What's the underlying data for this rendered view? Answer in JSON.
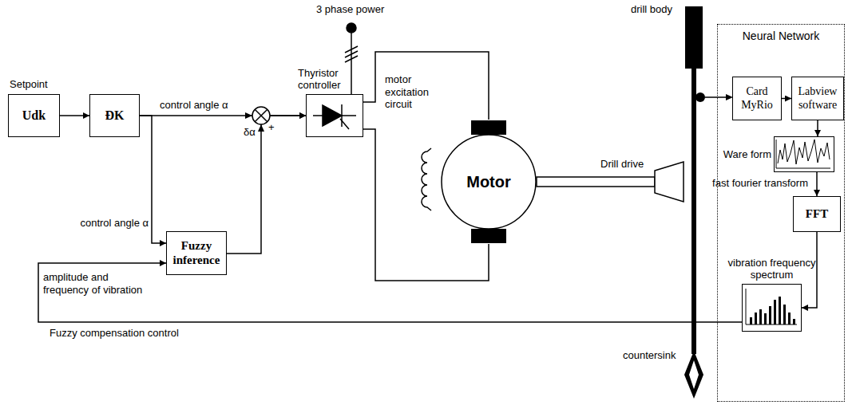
{
  "diagram": {
    "nodes": [
      {
        "text": [
          "Udk"
        ]
      },
      {
        "text": [
          "ĐK"
        ]
      },
      {
        "text": [
          "Thyristor controller"
        ]
      },
      {
        "text": [
          "Motor"
        ]
      },
      {
        "text": [
          "Fuzzy inference"
        ]
      },
      {
        "text": [
          "Neural Network"
        ]
      },
      {
        "text": [
          "Card MyRio"
        ],
        "in": 5
      },
      {
        "text": [
          "Labview software"
        ],
        "in": 5
      },
      {
        "text": [
          "Ware form"
        ],
        "in": 5
      },
      {
        "text": [
          "FFT"
        ],
        "in": 5
      },
      {
        "text": [
          "vibration frequency spectrum"
        ],
        "in": 5
      }
    ],
    "edges": [
      {
        "from": 0,
        "to": 1,
        "arrow": "to"
      },
      {
        "from": 1,
        "to": 2,
        "arrow": "to"
      },
      {
        "from": 4,
        "to": 2,
        "arrow": "to"
      },
      {
        "from": 1,
        "to": 4,
        "arrow": "to"
      },
      {
        "from": 2,
        "to": 3,
        "arrow": "none"
      },
      {
        "from": 2,
        "to": 3,
        "arrow": "none"
      },
      {
        "from": 6,
        "to": 7,
        "arrow": "to"
      },
      {
        "from": 7,
        "to": 8,
        "arrow": "to"
      },
      {
        "from": 8,
        "to": 9,
        "arrow": "to"
      },
      {
        "from": 9,
        "to": 10,
        "arrow": "to"
      },
      {
        "from": 10,
        "to": 4,
        "arrow": "to"
      }
    ],
    "labels": [
      "Setpoint",
      "control angle α",
      "control angle α",
      "δα",
      "+",
      "3 phase power",
      "motor excitation circuit",
      "Drill drive",
      "drill body",
      "countersink",
      "fast fourier transform",
      "amplitude and frequency of vibration",
      "Fuzzy compensation control"
    ]
  }
}
